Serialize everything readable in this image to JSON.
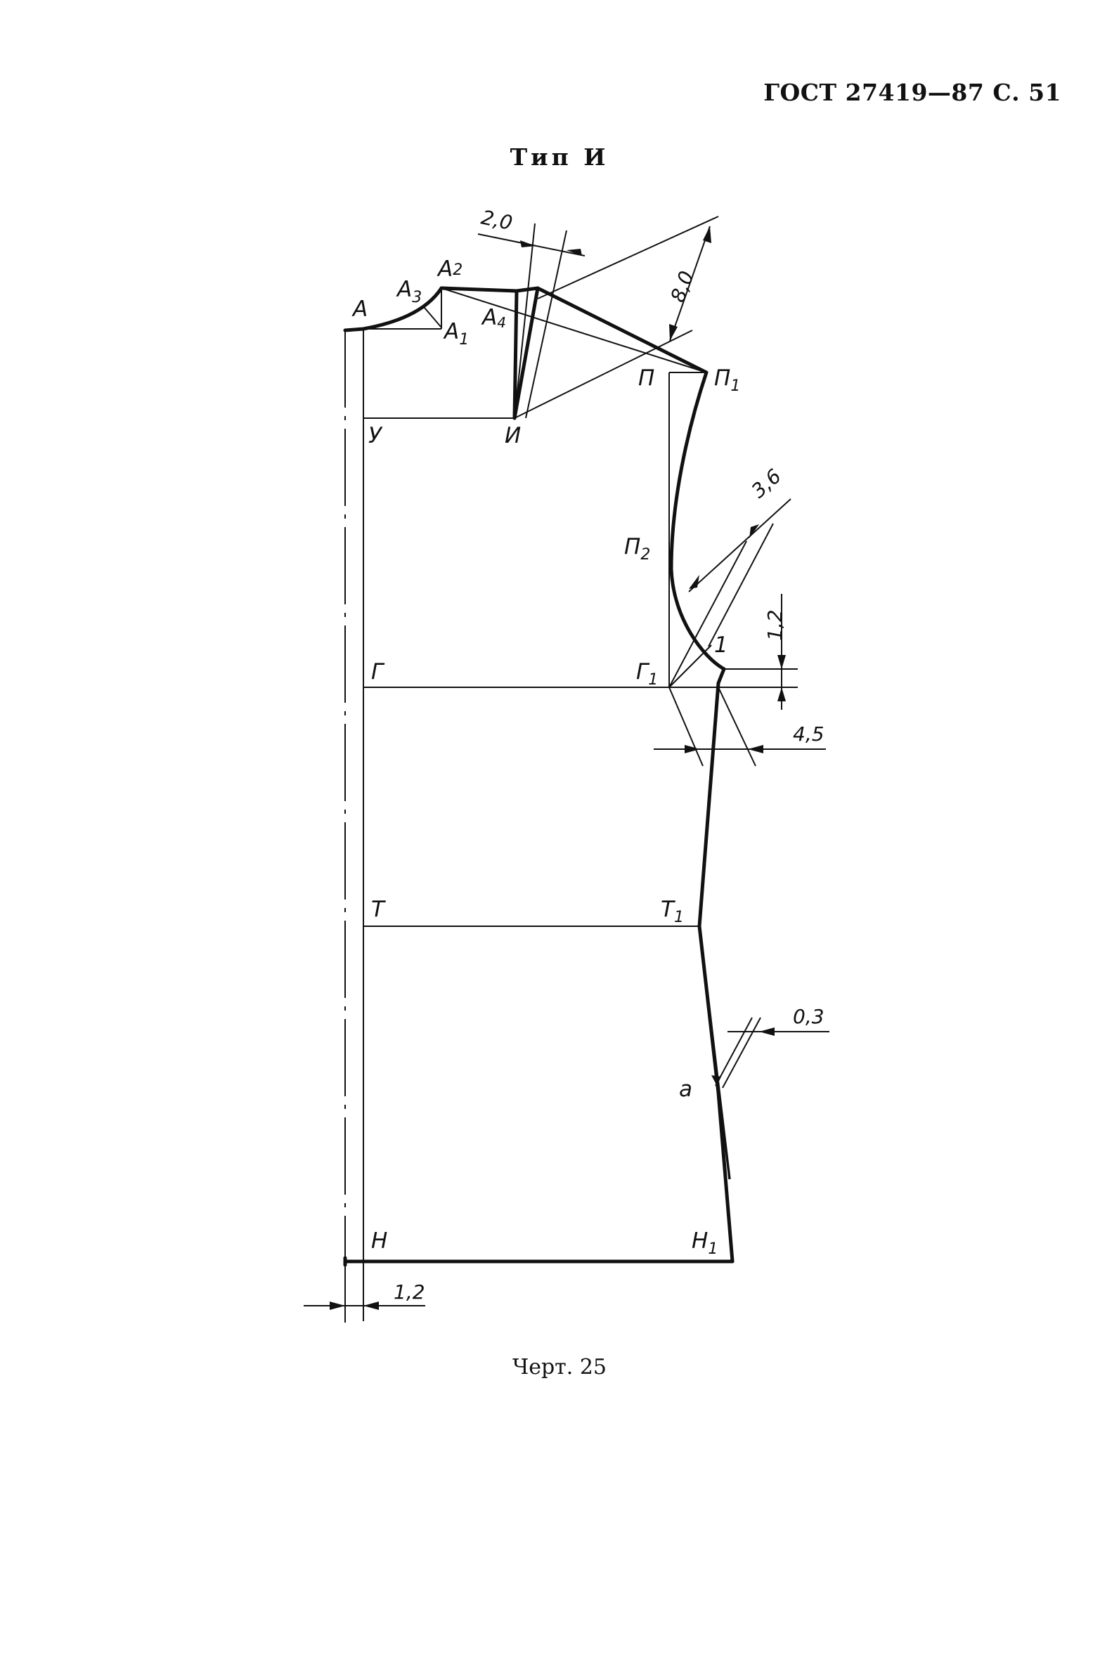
{
  "header": {
    "standard": "ГОСТ 27419—87 С. 51"
  },
  "figure": {
    "type_title": "Тип И",
    "caption": "Черт. 25"
  },
  "points": {
    "A": "А",
    "A1": "А",
    "A1_sub": "1",
    "A2": "А",
    "A2_sub": "2",
    "A3": "А",
    "A3_sub": "3",
    "A4": "А",
    "A4_sub": "4",
    "P": "П",
    "P1": "П",
    "P1_sub": "1",
    "P2": "П",
    "P2_sub": "2",
    "U": "У",
    "I": "И",
    "G": "Г",
    "G1": "Г",
    "G1_sub": "1",
    "one": "1",
    "T": "Т",
    "T1": "Т",
    "T1_sub": "1",
    "a": "а",
    "N": "Н",
    "N1": "Н",
    "N1_sub": "1"
  },
  "dimensions": {
    "d_2_0": "2,0",
    "d_8_0": "8,0",
    "d_3_6": "3,6",
    "d_1_2_right": "1,2",
    "d_4_5": "4,5",
    "d_0_3": "0,3",
    "d_1_2_bottom": "1,2"
  }
}
